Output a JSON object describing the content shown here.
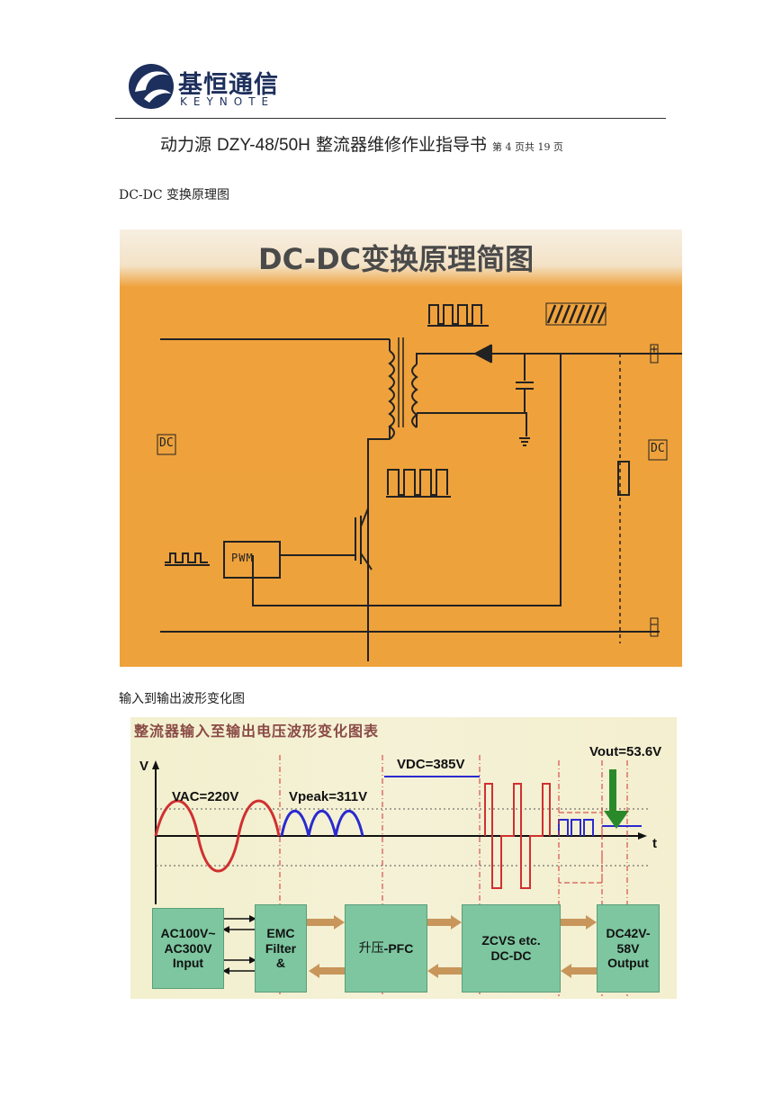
{
  "header": {
    "logo_cn": "基恒通信",
    "logo_en": "KEYNOTE"
  },
  "title": {
    "prefix": "动力源 ",
    "model": "DZY-48/50H",
    "rest": " 整流器维修作业指导书",
    "page": "第 4 页共 19 页"
  },
  "section1": {
    "caption": "DC-DC 变换原理图",
    "figure": {
      "title": "DC-DC变换原理简图",
      "label_dc_left": "DC",
      "label_dc_right": "DC",
      "label_plus": "+",
      "label_minus": "−",
      "label_pwm": "PWM"
    }
  },
  "section2": {
    "caption": "输入到输出波形变化图",
    "figure": {
      "title": "整流器输入至输出电压波形变化图表",
      "axis_v": "V",
      "axis_t": "t",
      "vac": "VAC=220V",
      "vpeak": "Vpeak=311V",
      "vdc": "VDC=385V",
      "vout": "Vout=53.6V",
      "box_input": "AC100V~\nAC300V\nInput",
      "box_emc": "EMC\nFilter\n&",
      "box_pfc_cn": "升压",
      "box_pfc_en": "-PFC",
      "box_dcdc": "ZCVS etc.\nDC-DC",
      "box_output": "DC42V-\n58V\nOutput"
    }
  },
  "colors": {
    "brand_navy": "#1d2f5c",
    "schematic_bg": "#eea23b",
    "waveform_bg": "#f3efcf",
    "box_green": "#7dc6a0",
    "ac_red": "#d03030",
    "rect_blue": "#2a2ad0"
  }
}
